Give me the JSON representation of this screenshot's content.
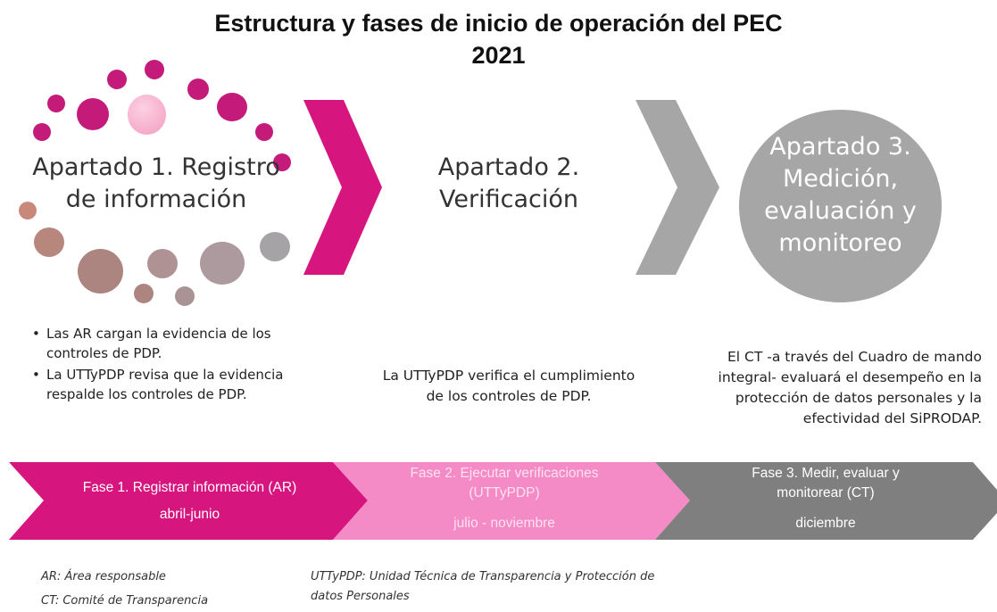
{
  "title": {
    "line1": "Estructura y fases de inicio de operación del PEC",
    "line2": "2021"
  },
  "apartado1": {
    "heading_line1": "Apartado 1. Registro",
    "heading_line2": "de información",
    "bullets": [
      "Las AR cargan la evidencia de los controles de PDP.",
      "La UTTyPDP revisa que la evidencia respalde los controles de PDP."
    ]
  },
  "apartado2": {
    "heading_line1": "Apartado 2.",
    "heading_line2": "Verificación",
    "description": "La UTTyPDP verifica el cumplimiento de los controles de PDP."
  },
  "apartado3": {
    "heading_line1": "Apartado 3.",
    "heading_line2": "Medición,",
    "heading_line3": "evaluación y",
    "heading_line4": "monitoreo",
    "description": "El CT -a través del Cuadro de mando integral- evaluará el desempeño en la protección de datos personales y la efectividad del SiPRODAP."
  },
  "phases": [
    {
      "label": "Fase 1. Registrar información (AR)",
      "period": "abril-junio",
      "color": "#d6157f"
    },
    {
      "label_line1": "Fase 2. Ejecutar verificaciones",
      "label_line2": "(UTTyPDP)",
      "period": "julio - noviembre",
      "color": "#f48ac6"
    },
    {
      "label_line1": "Fase 3. Medir, evaluar y",
      "label_line2": "monitorear (CT)",
      "period": "diciembre",
      "color": "#7f7f7f"
    }
  ],
  "legend": {
    "ar": "AR: Área responsable",
    "ct": "CT:  Comité de Transparencia",
    "uttypdp": "UTTyPDP: Unidad Técnica de Transparencia y Protección de datos Personales"
  },
  "colors": {
    "magenta": "#d6157f",
    "pink": "#f48ac6",
    "gray_dark": "#7f7f7f",
    "gray_light": "#a6a6a6"
  }
}
